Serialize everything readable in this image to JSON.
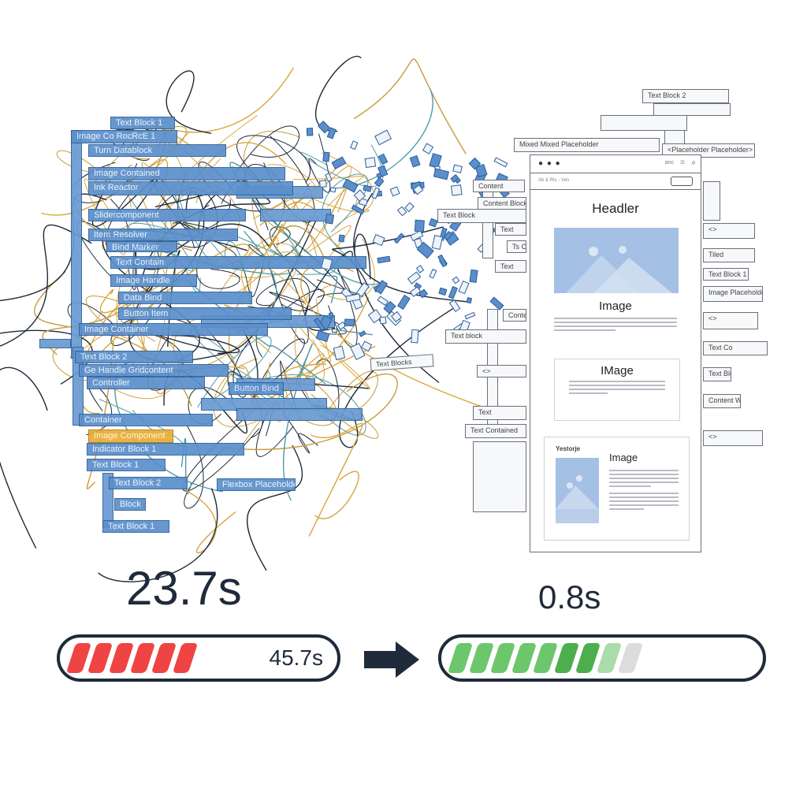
{
  "left_blocks": [
    "Text Block 1",
    "Image Co RocRcE 1",
    "Turn Datablock",
    "Image Contained",
    "Ink Reactor",
    "Slidercomponent",
    "Item Resolver",
    "Bind Marker",
    "Text Contain",
    "Image Handle",
    "Data Bind",
    "Button Item",
    "Image Container",
    "Text Block 2",
    "Ge Handle Gridcontent",
    "Controller",
    "Button Bind",
    "Container",
    "Image Component",
    "Indicator Block 1",
    "Text Block 1",
    "Text Block 2",
    "Flexbox Placeholder",
    "Block",
    "Text Block 1"
  ],
  "right_blocks": [
    "Text Block 2",
    "",
    "",
    "Mixed Mixed Placeholder",
    "<Placeholder Placeholder>",
    "Content",
    "Content Block",
    "Text Block",
    "<>",
    "Text",
    "Ts Contained",
    "Tiled",
    "Text",
    "Text Block 1",
    "Image Placeholder",
    "Content Contained",
    "<>",
    "Text block",
    "Text Co",
    "<>",
    "Text Block",
    "Content Wrapper",
    "Text",
    "Text Contained",
    "<>"
  ],
  "fragment_label": "Text Blocks",
  "browser": {
    "menu": "ooo",
    "toolbar_label": "anc",
    "url_text": "Ab & Rts - Ven",
    "header": "Headler",
    "image_label_1": "Image",
    "image_label_2": "IMage",
    "image_label_3": "Image",
    "card_title": "Yestorje"
  },
  "metrics": {
    "before_time": "23.7s",
    "before_bar_label": "45.7s",
    "after_time": "0.8s",
    "before_progress": 0.45,
    "after_progress": 0.57
  },
  "colors": {
    "red": "#ef4444",
    "green": "#5cbf5c",
    "navy": "#1f2a3a",
    "block_blue": "#5b8fcb",
    "wire_gold": "#d9a53a"
  }
}
